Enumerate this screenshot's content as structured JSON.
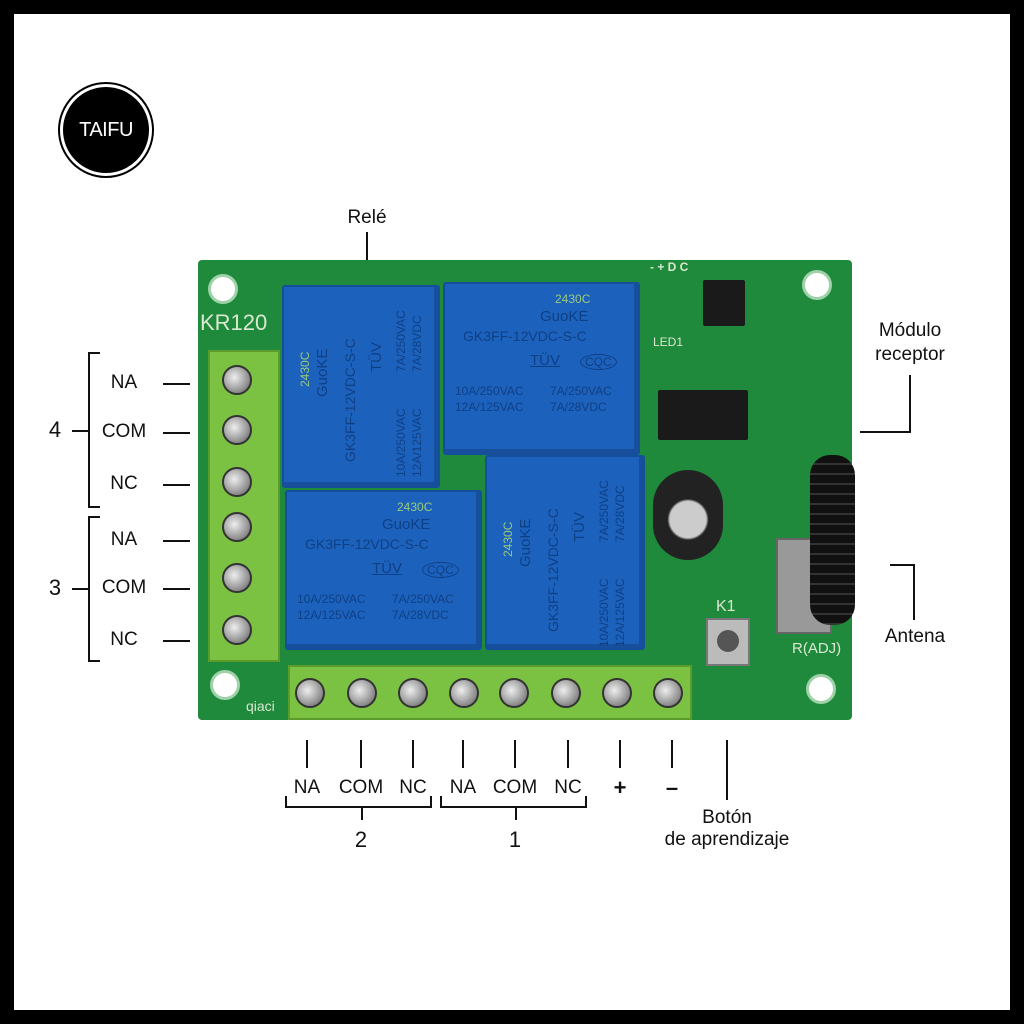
{
  "logo": {
    "text": "TAIFU"
  },
  "callouts": {
    "relay": "Relé",
    "receiver_line1": "Módulo",
    "receiver_line2": "receptor",
    "antenna": "Antena",
    "button_line1": "Botón",
    "button_line2": "de aprendizaje"
  },
  "left_groups": [
    {
      "number": "4",
      "pins": [
        "NA",
        "COM",
        "NC"
      ]
    },
    {
      "number": "3",
      "pins": [
        "NA",
        "COM",
        "NC"
      ]
    }
  ],
  "bottom_groups": [
    {
      "number": "2",
      "pins": [
        "NA",
        "COM",
        "NC"
      ]
    },
    {
      "number": "1",
      "pins": [
        "NA",
        "COM",
        "NC"
      ]
    }
  ],
  "power": {
    "plus": "+",
    "minus": "–"
  },
  "relay_print": {
    "brand": "GuoKE",
    "model": "GK3FF-12VDC-S-C",
    "code": "2430C",
    "rating_a1": "10A/250VAC",
    "rating_a2": "12A/125VAC",
    "rating_b1": "7A/250VAC",
    "rating_b2": "7A/28VDC",
    "cert": "TÜV",
    "cqc": "CQC"
  },
  "board_silk": {
    "model": "KR120",
    "k1": "K1",
    "radj": "R(ADJ)",
    "led": "LED1",
    "pins": "- + D C",
    "brand": "qiaci"
  }
}
